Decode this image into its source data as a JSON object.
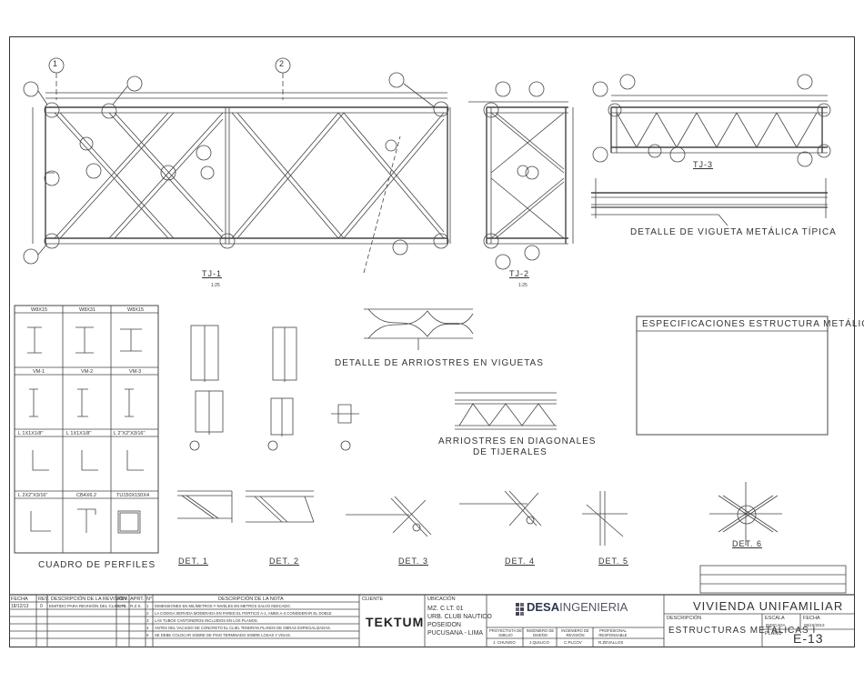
{
  "drawings": {
    "tj1": {
      "label": "TJ-1",
      "scale": "1:25"
    },
    "tj2": {
      "label": "TJ-2",
      "scale": "1:25"
    },
    "tj3": {
      "label": "TJ-3"
    },
    "vigueta_title": "DETALLE DE VIGUETA METÁLICA TÍPICA",
    "arriostres_viguetas": "DETALLE DE ARRIOSTRES EN VIGUETAS",
    "arriostres_diag_1": "ARRIOSTRES EN DIAGONALES",
    "arriostres_diag_2": "DE TIJERALES",
    "cuadro_perfiles": "CUADRO DE PERFILES",
    "dets": [
      "DET. 1",
      "DET. 2",
      "DET. 3",
      "DET. 4",
      "DET. 5",
      "DET. 6"
    ],
    "grid": [
      "1",
      "2"
    ]
  },
  "specs": {
    "title": "ESPECIFICACIONES ESTRUCTURA METÁLICA"
  },
  "profiles": {
    "headers": [
      "W8X15",
      "W8X31",
      "W8X15",
      "VM-1",
      "VM-2",
      "VM-3",
      "L 1X1X1/8\"",
      "L 1X1X1/8\"",
      "L 2\"X2\"X3/16\"",
      "L 2X2\"X3/16\"",
      "CB4X6.2",
      "TU150X150X4"
    ]
  },
  "title_block": {
    "h_fecha": "FECHA",
    "h_rev": "REV.",
    "h_desc_rev": "DESCRIPCIÓN DE LA REVISIÓN",
    "h_rev2": "REV.",
    "h_aprt": "APRT.",
    "h_n": "N°",
    "h_desc_nota": "DESCRIPCIÓN DE LA NOTA",
    "rev_date": "18/12/13",
    "rev_num": "0",
    "rev_desc": "EMITIDO PARA REVISIÓN DEL CLIENTE",
    "rev_ap1": "C.P.L.",
    "rev_ap2": "R.Z.S.",
    "notes": [
      "DIMENSIONES EN MILÍMETROS Y NIVELES EN METROS SALVO INDICADO.",
      "LA CODIGA SERVIDA MODERADA EN PARED EL PORTICO A-1, AMBS A-3 CONSIDERAR EL DOBLE",
      "LAS TUBOS CANTONEROS INCLUIDOS EN LOS PLANOS.",
      "ANTES DEL VACIADO DE CONCRETO EL CLIEL TENDRÁN PLANOS DE OBRAS ESPECIALIZADAS.",
      "SE DEBE COLOCAR SOBRE DE PISO TERMINADO SOBRE LOSAS Y VIGAS."
    ],
    "cliente_label": "CLIENTE",
    "cliente": "TEKTUM",
    "ubicacion_label": "UBICACIÓN",
    "ubicacion": [
      "MZ. C LT. 01",
      "URB. CLUB NAUTICO",
      "POSEIDON",
      "PUCUSANA - LIMA"
    ],
    "roles": [
      "PROYECTISTA DE DIBUJO",
      "INGENIERO DE DISEÑO",
      "INGENIERO DE REVISIÓN",
      "PROFESIONAL RESPONSABLE"
    ],
    "names": [
      "J. CHUNGO",
      "J.QUILICO",
      "C.PLCOV",
      "R.ZEVALLOS"
    ],
    "company_a": "DESA",
    "company_b": "INGENIERIA",
    "project": "VIVIENDA UNIFAMILIAR",
    "descripcion_label": "DESCRIPCIÓN",
    "descripcion": "ESTRUCTURAS METALICAS I",
    "escala_label": "ESCALA",
    "escala": "INDICADA",
    "fecha_label": "FECHA",
    "fecha": "06/10/2013",
    "plano_label": "PLANO",
    "plano": "E-13"
  }
}
